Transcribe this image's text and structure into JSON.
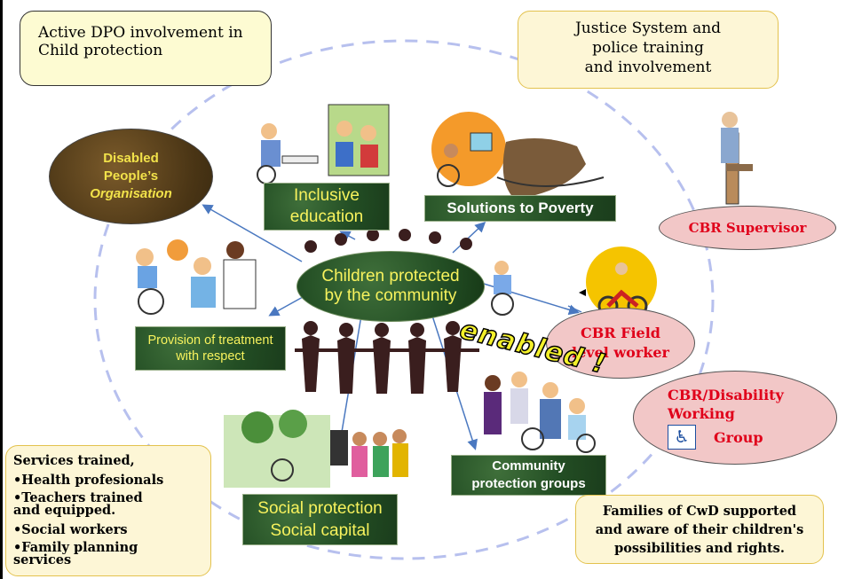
{
  "notes": {
    "dpo": [
      "Active DPO involvement in",
      "Child protection"
    ],
    "justice": [
      "Justice System and",
      "police training",
      "and involvement"
    ]
  },
  "ovals": {
    "dpo_org": [
      "Disabled",
      "People’s",
      "Organisation"
    ],
    "center": [
      "Children protected",
      "by the community"
    ],
    "cbr_supervisor": "CBR Supervisor",
    "cbr_field": [
      "CBR Field",
      "level worker"
    ],
    "cbr_group": [
      "CBR/Disability",
      "Working",
      "Group"
    ]
  },
  "boxes": {
    "inclusive": [
      "Inclusive",
      "education"
    ],
    "poverty": "Solutions to Poverty",
    "treatment": [
      "Provision of treatment",
      "with respect"
    ],
    "social": [
      "Social protection",
      "Social capital"
    ],
    "community": [
      "Community",
      "protection groups"
    ]
  },
  "enabled": "enabled !",
  "services": {
    "title": "Services trained,",
    "items": [
      "•Health profesionals",
      "•Teachers trained",
      "and equipped.",
      "•Social workers",
      "•Family planning",
      "services"
    ]
  },
  "families": [
    "Families of CwD supported",
    "and aware of their children's",
    "possibilities and rights."
  ],
  "colors": {
    "pink_text": "#e0001a",
    "green_text": "#f7f25d",
    "dash": "#b7c0ee"
  },
  "icons": [
    "wheelchair-accessibility-icon"
  ]
}
